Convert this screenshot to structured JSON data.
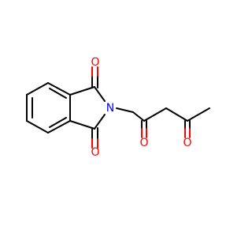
{
  "molecule": {
    "atom_labels": {
      "o_top": "O",
      "o_bottom": "O",
      "n_imide": "N",
      "o_ketone_2": "O",
      "o_ketone_4": "O"
    },
    "colors": {
      "bond": "#000000",
      "oxygen": "#ff0000",
      "nitrogen": "#0000ff",
      "background": "#ffffff"
    }
  }
}
